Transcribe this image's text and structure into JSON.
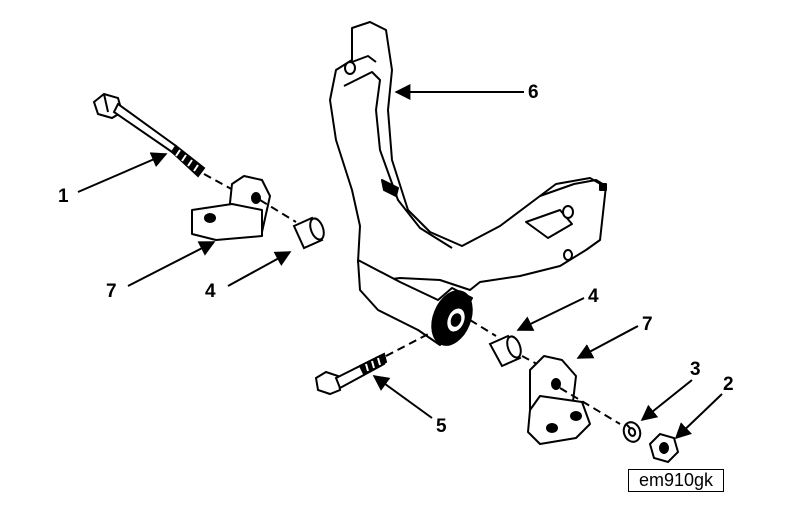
{
  "diagram": {
    "callouts": [
      {
        "id": "c1",
        "label": "1"
      },
      {
        "id": "c2",
        "label": "2"
      },
      {
        "id": "c3",
        "label": "3"
      },
      {
        "id": "c4a",
        "label": "4"
      },
      {
        "id": "c4b",
        "label": "4"
      },
      {
        "id": "c5",
        "label": "5"
      },
      {
        "id": "c6",
        "label": "6"
      },
      {
        "id": "c7a",
        "label": "7"
      },
      {
        "id": "c7b",
        "label": "7"
      }
    ],
    "figure_code": "em910gk"
  }
}
